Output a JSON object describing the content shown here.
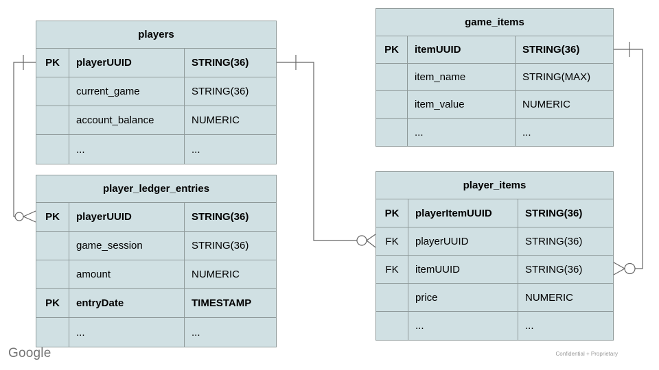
{
  "slide": {
    "background": "#ffffff",
    "footer": {
      "brand": "Google",
      "confidential_label": "Confidential + Proprietary"
    }
  },
  "colors": {
    "table_fill": "#d0e0e3",
    "table_border": "#8e9999",
    "connector_line": "#666666",
    "text": "#000000",
    "brand_text": "#757575",
    "confidential_text": "#999999"
  },
  "tables": [
    {
      "id": "players",
      "title": "players",
      "columns": [
        "key_flag",
        "column_name",
        "data_type"
      ],
      "rows": [
        {
          "key": "PK",
          "name": "playerUUID",
          "type": "STRING(36)",
          "bold": true
        },
        {
          "key": "",
          "name": "current_game",
          "type": "STRING(36)",
          "bold": false
        },
        {
          "key": "",
          "name": "account_balance",
          "type": "NUMERIC",
          "bold": false
        },
        {
          "key": "",
          "name": "...",
          "type": "...",
          "bold": false
        }
      ]
    },
    {
      "id": "game_items",
      "title": "game_items",
      "columns": [
        "key_flag",
        "column_name",
        "data_type"
      ],
      "rows": [
        {
          "key": "PK",
          "name": "itemUUID",
          "type": "STRING(36)",
          "bold": true
        },
        {
          "key": "",
          "name": "item_name",
          "type": "STRING(MAX)",
          "bold": false
        },
        {
          "key": "",
          "name": "item_value",
          "type": "NUMERIC",
          "bold": false
        },
        {
          "key": "",
          "name": "...",
          "type": "...",
          "bold": false
        }
      ]
    },
    {
      "id": "player_ledger_entries",
      "title": "player_ledger_entries",
      "columns": [
        "key_flag",
        "column_name",
        "data_type"
      ],
      "rows": [
        {
          "key": "PK",
          "name": "playerUUID",
          "type": "STRING(36)",
          "bold": true
        },
        {
          "key": "",
          "name": "game_session",
          "type": "STRING(36)",
          "bold": false
        },
        {
          "key": "",
          "name": "amount",
          "type": "NUMERIC",
          "bold": false
        },
        {
          "key": "PK",
          "name": "entryDate",
          "type": "TIMESTAMP",
          "bold": true
        },
        {
          "key": "",
          "name": "...",
          "type": "...",
          "bold": false
        }
      ]
    },
    {
      "id": "player_items",
      "title": "player_items",
      "columns": [
        "key_flag",
        "column_name",
        "data_type"
      ],
      "rows": [
        {
          "key": "PK",
          "name": "playerItemUUID",
          "type": "STRING(36)",
          "bold": true
        },
        {
          "key": "FK",
          "name": "playerUUID",
          "type": "STRING(36)",
          "bold": false
        },
        {
          "key": "FK",
          "name": "itemUUID",
          "type": "STRING(36)",
          "bold": false
        },
        {
          "key": "",
          "name": "price",
          "type": "NUMERIC",
          "bold": false
        },
        {
          "key": "",
          "name": "...",
          "type": "...",
          "bold": false
        }
      ]
    }
  ],
  "relationships": [
    {
      "from": "players.playerUUID",
      "to": "player_ledger_entries.playerUUID",
      "from_cardinality": "one",
      "to_cardinality": "zero-or-many"
    },
    {
      "from": "players.playerUUID",
      "to": "player_items.playerUUID",
      "from_cardinality": "one",
      "to_cardinality": "zero-or-many"
    },
    {
      "from": "game_items.itemUUID",
      "to": "player_items.itemUUID",
      "from_cardinality": "one",
      "to_cardinality": "zero-or-many"
    }
  ]
}
